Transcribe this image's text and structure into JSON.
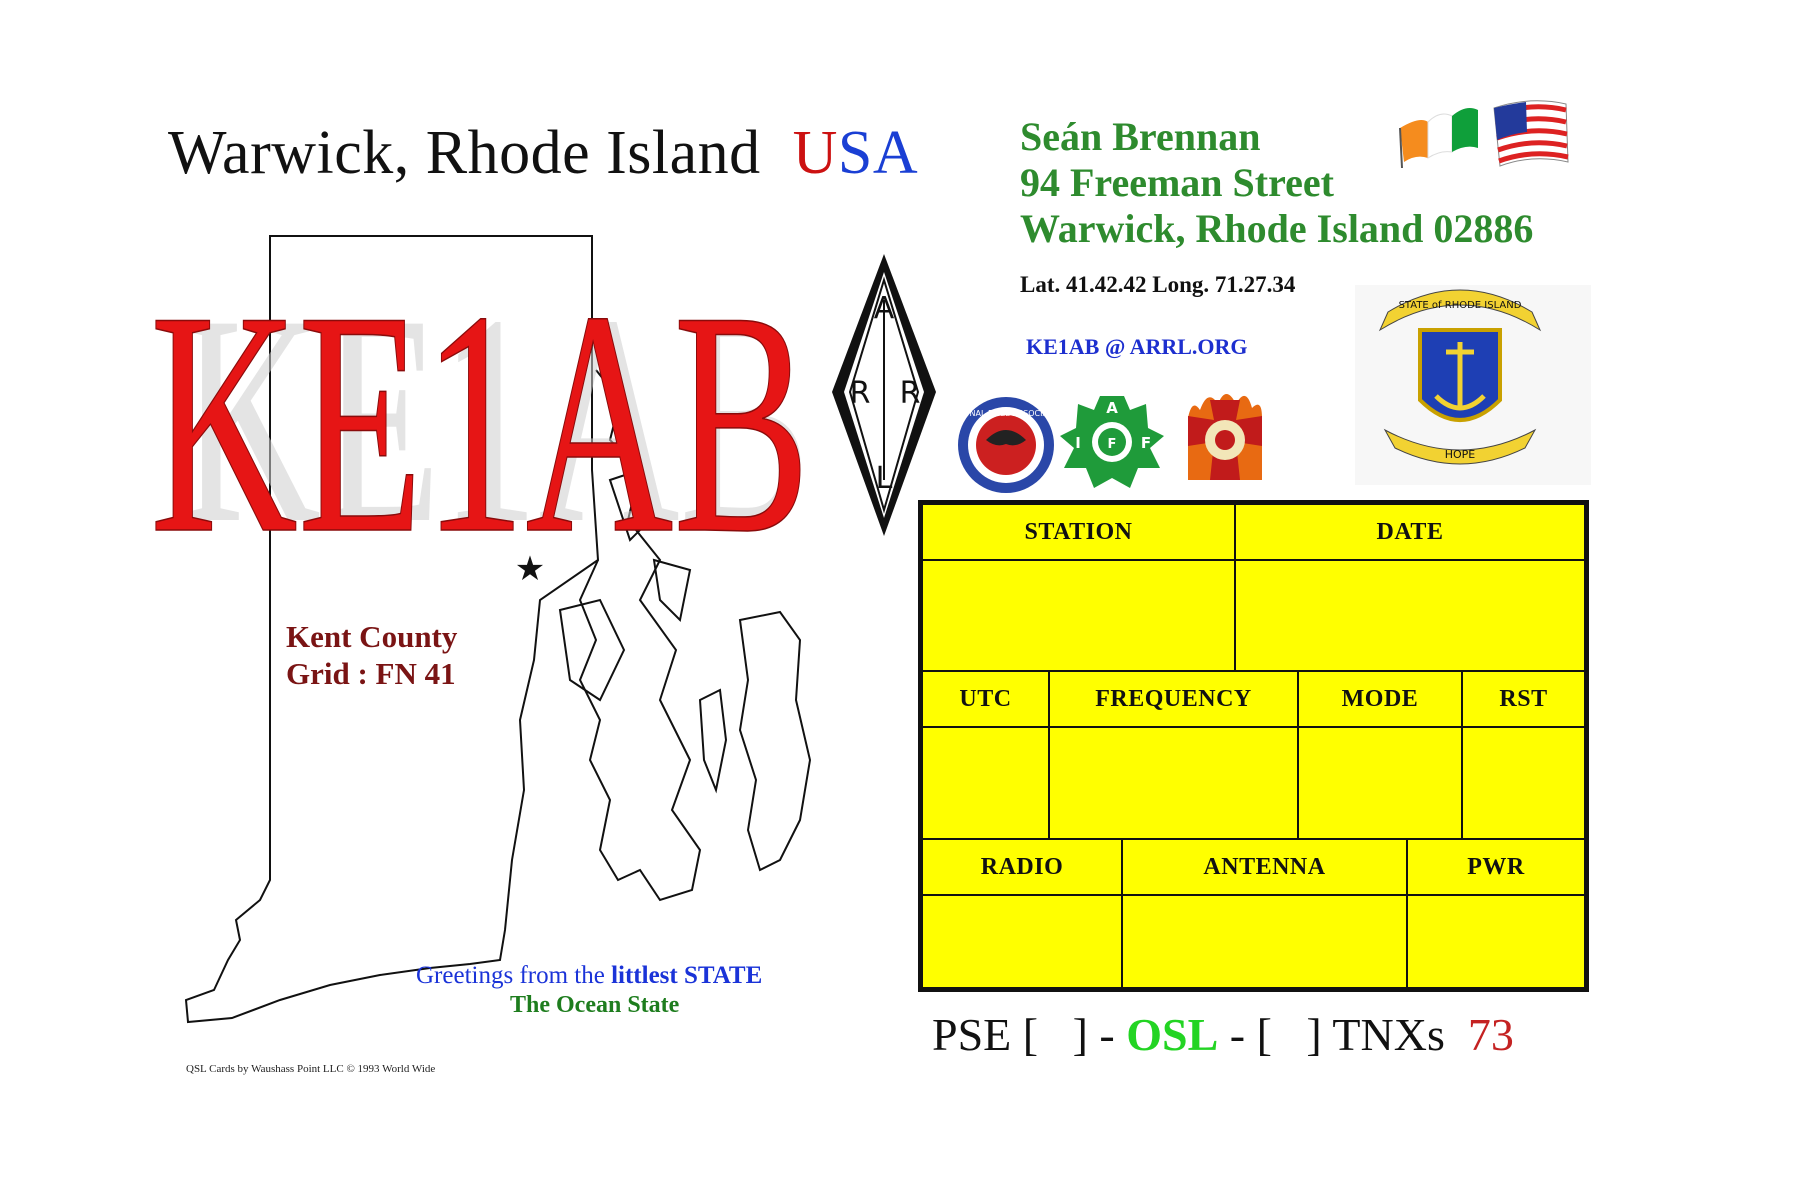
{
  "header": {
    "city_state": "Warwick, Rhode Island",
    "country_u": "U",
    "country_sa": "SA"
  },
  "callsign": "KE1AB",
  "operator": {
    "name": "Seán Brennan",
    "street": "94 Freeman Street",
    "city_zip": "Warwick, Rhode Island  02886",
    "latlong": "Lat.  41.42.42 Long.  71.27.34",
    "email": "KE1AB @ ARRL.ORG"
  },
  "map": {
    "county": "Kent County",
    "grid": "Grid : FN 41",
    "greeting_prefix": "Greetings from the",
    "greeting_bold": "littlest STATE",
    "greeting_line2": "The Ocean State",
    "copyright": "QSL Cards by  Waushass Point  LLC  © 1993 World Wide"
  },
  "logos": {
    "arrl_letters": [
      "A",
      "R",
      "R",
      "L"
    ],
    "nra_text": "NATIONAL RIFLE ASSOCIATION",
    "iaff_letters": [
      "A",
      "I",
      "F",
      "F"
    ],
    "ri_seal_top": "STATE of RHODE ISLAND",
    "ri_seal_motto": "HOPE"
  },
  "qso_table": {
    "row1": [
      "STATION",
      "DATE"
    ],
    "row2": [
      "UTC",
      "FREQUENCY",
      "MODE",
      "RST"
    ],
    "row3": [
      "RADIO",
      "ANTENNA",
      "PWR"
    ]
  },
  "footer": {
    "pse": "PSE [   ] - ",
    "osl": "OSL",
    "tnx": " - [   ] TNXs  ",
    "seventy_three": "73"
  },
  "colors": {
    "callsign_red": "#e61515",
    "address_green": "#2e8b2e",
    "table_yellow": "#ffff00",
    "email_blue": "#1d2fcf"
  }
}
